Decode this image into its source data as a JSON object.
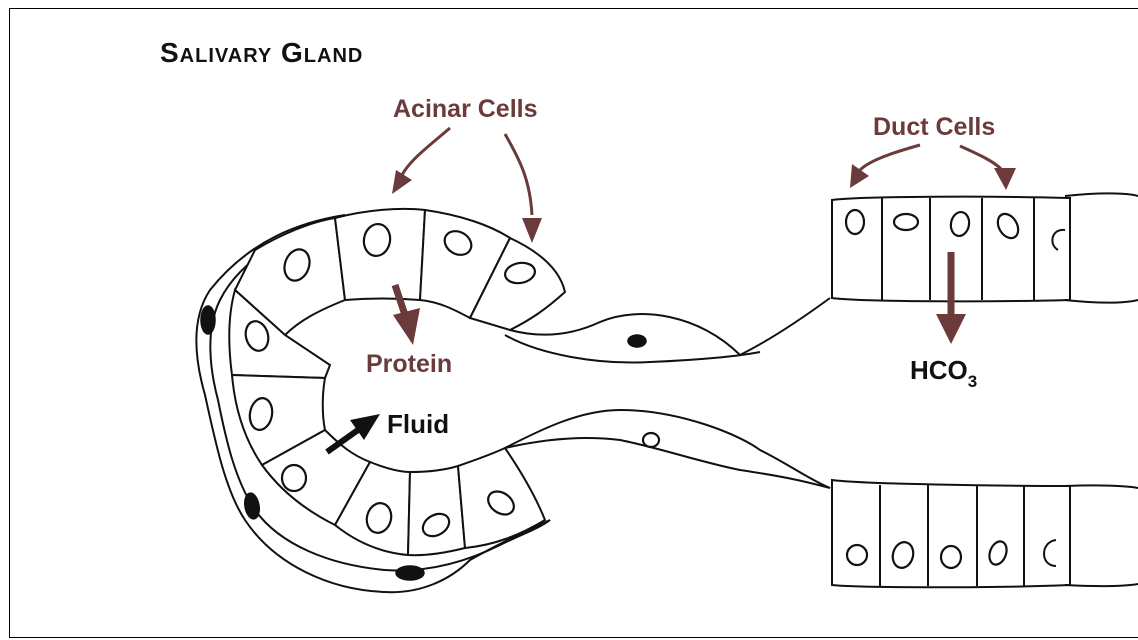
{
  "title": "Salivary Gland",
  "labels": {
    "acinar_cells": "Acinar Cells",
    "duct_cells": "Duct Cells",
    "protein": "Protein",
    "fluid": "Fluid",
    "hco3_main": "HCO",
    "hco3_sub": "3"
  },
  "colors": {
    "label_brown": "#6b3a3a",
    "arrow_brown": "#6b3a3a",
    "line_black": "#111111"
  }
}
